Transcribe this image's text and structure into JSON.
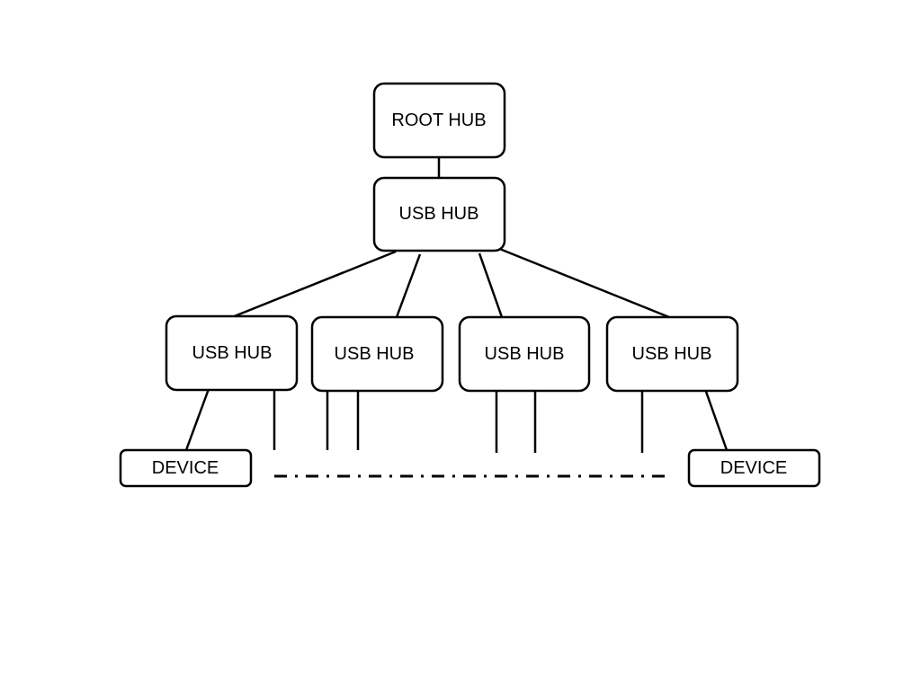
{
  "diagram": {
    "nodes": {
      "root_hub": {
        "label": "ROOT HUB"
      },
      "usb_hub_main": {
        "label": "USB HUB"
      },
      "usb_hub_1": {
        "label": "USB HUB"
      },
      "usb_hub_2": {
        "label": "USB HUB"
      },
      "usb_hub_3": {
        "label": "USB HUB"
      },
      "usb_hub_4": {
        "label": "USB HUB"
      },
      "device_left": {
        "label": "DEVICE"
      },
      "device_right": {
        "label": "DEVICE"
      }
    },
    "edges": [
      {
        "from": "root_hub",
        "to": "usb_hub_main"
      },
      {
        "from": "usb_hub_main",
        "to": "usb_hub_1"
      },
      {
        "from": "usb_hub_main",
        "to": "usb_hub_2"
      },
      {
        "from": "usb_hub_main",
        "to": "usb_hub_3"
      },
      {
        "from": "usb_hub_main",
        "to": "usb_hub_4"
      },
      {
        "from": "usb_hub_1",
        "to": "device_left"
      },
      {
        "from": "usb_hub_4",
        "to": "device_right"
      }
    ],
    "stroke_color": "#000000",
    "background_color": "#ffffff"
  }
}
